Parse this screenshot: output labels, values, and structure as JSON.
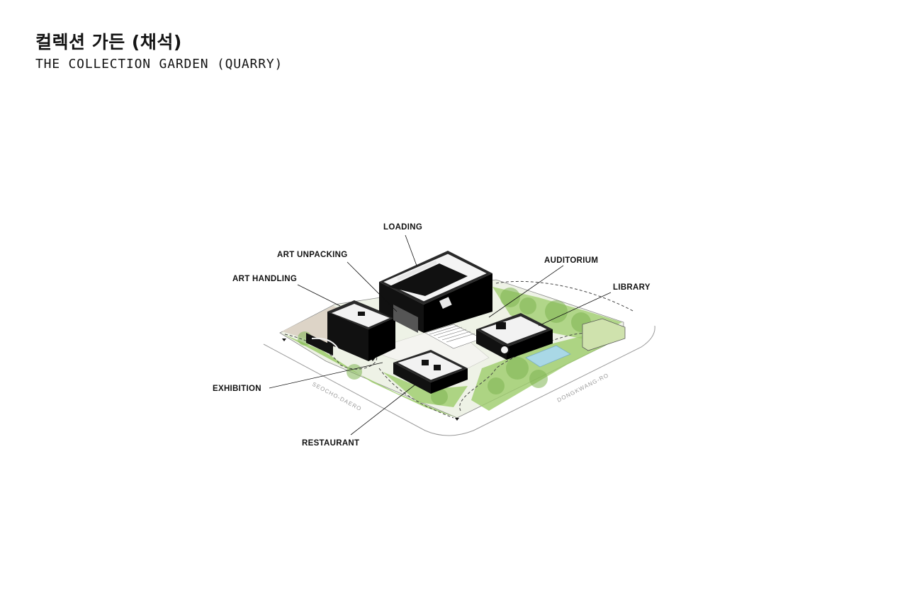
{
  "header": {
    "title_ko": "컬렉션 가든 (채석)",
    "title_en": "THE COLLECTION GARDEN (QUARRY)"
  },
  "labels": {
    "loading": "LOADING",
    "art_unpacking": "ART UNPACKING",
    "art_handling": "ART HANDLING",
    "auditorium": "AUDITORIUM",
    "library": "LIBRARY",
    "exhibition": "EXHIBITION",
    "restaurant": "RESTAURANT"
  },
  "streets": {
    "west": "SEOCHO-DAERO",
    "east": "DONGKWANG-RO"
  },
  "colors": {
    "building": "#111111",
    "lawn": "#9ccc6a",
    "lawn_light": "#c8e0a6",
    "tree": "#86bb5a",
    "pool": "#a9d8e6",
    "stone": "#ddd4c7",
    "plaza": "#f4f4f0"
  }
}
